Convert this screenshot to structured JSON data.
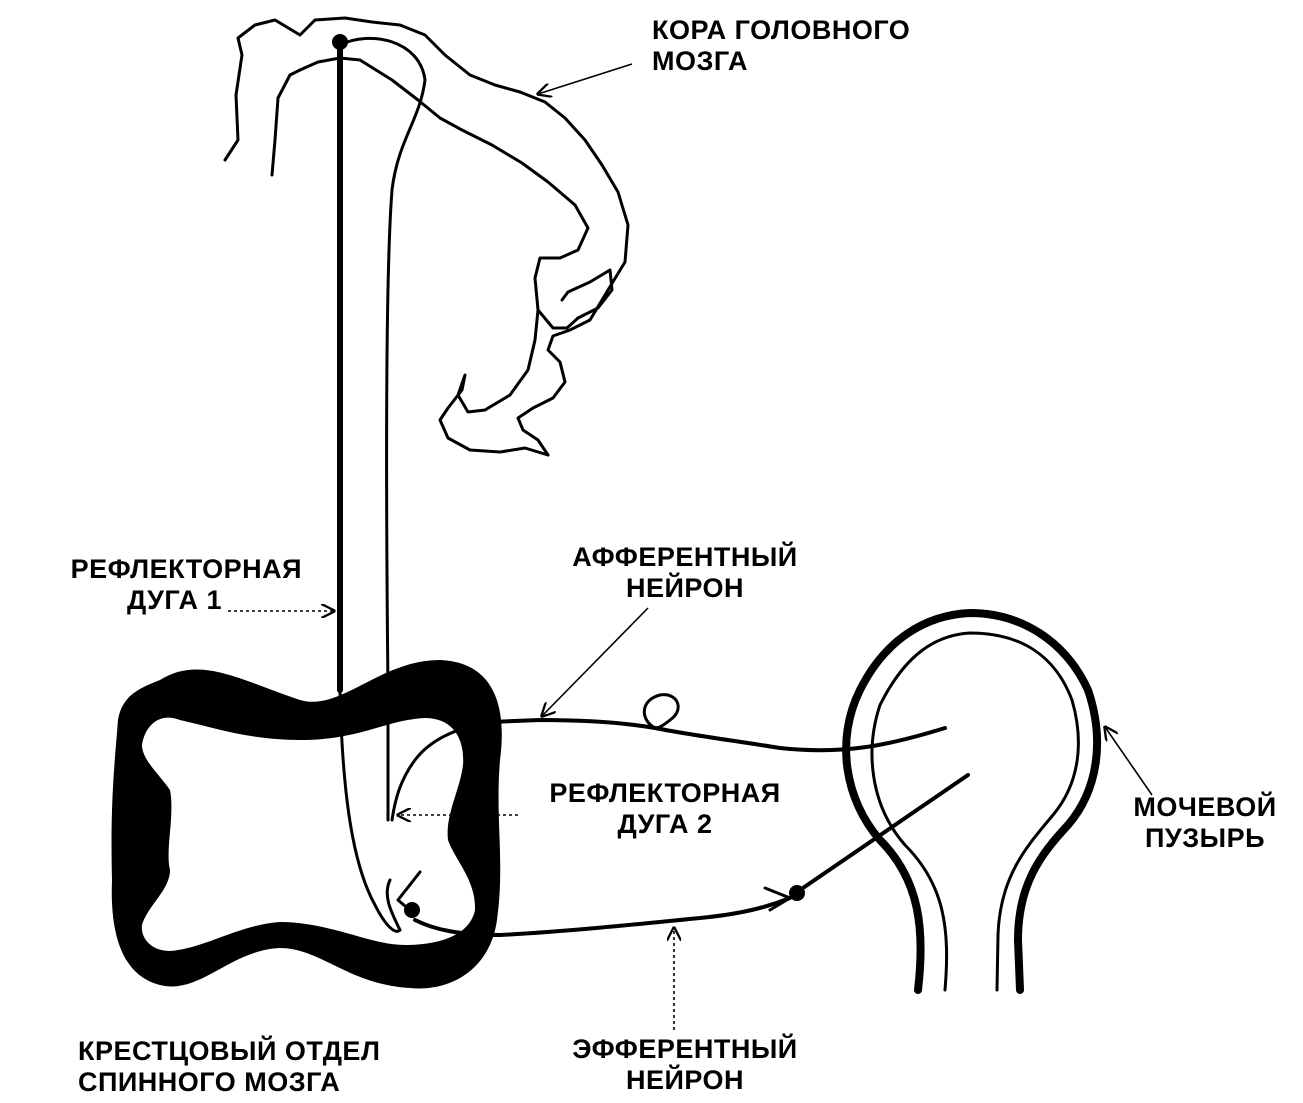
{
  "labels": {
    "brain_cortex": {
      "line1": "КОРА ГОЛОВНОГО",
      "line2": "МОЗГА"
    },
    "reflex_arc_1": {
      "line1": "РЕФЛЕКТОРНАЯ",
      "line2": "ДУГА 1"
    },
    "afferent_neuron": {
      "line1": "АФФЕРЕНТНЫЙ",
      "line2": "НЕЙРОН"
    },
    "reflex_arc_2": {
      "line1": "РЕФЛЕКТОРНАЯ",
      "line2": "ДУГА 2"
    },
    "bladder": {
      "line1": "МОЧЕВОЙ",
      "line2": "ПУЗЫРЬ"
    },
    "sacral_spinal_cord": {
      "line1": "КРЕСТЦОВЫЙ ОТДЕЛ",
      "line2": "СПИННОГО МОЗГА"
    },
    "efferent_neuron": {
      "line1": "ЭФФЕРЕНТНЫЙ",
      "line2": "НЕЙРОН"
    }
  },
  "colors": {
    "ink": "#000000",
    "background": "#ffffff"
  }
}
